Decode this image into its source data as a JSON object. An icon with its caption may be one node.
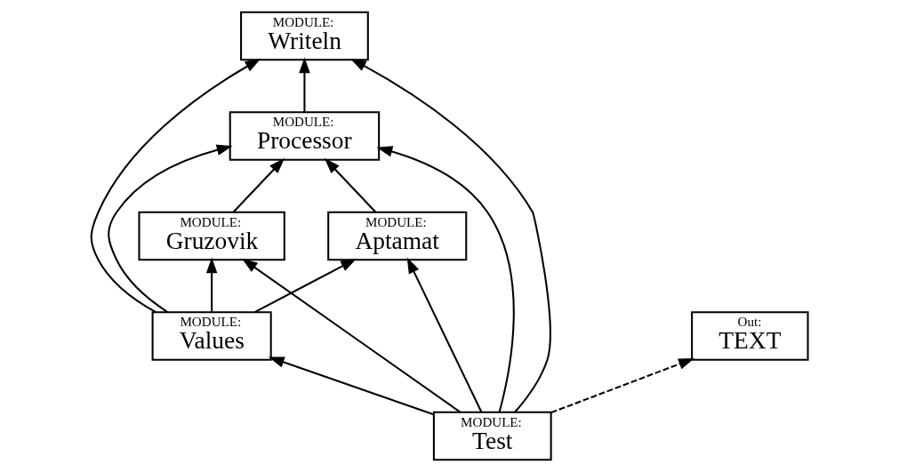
{
  "diagram": {
    "nodes": [
      {
        "text": [
          "MODULE:",
          "Processor"
        ]
      },
      {
        "text": [
          "MODULE:",
          "Gruzovik"
        ]
      },
      {
        "text": [
          "MODULE:",
          "Aptamat"
        ]
      },
      {
        "text": [
          "MODULE:",
          "Values"
        ]
      },
      {
        "text": [
          "MODULE:",
          "Test"
        ]
      },
      {
        "text": [
          "MODULE:",
          "Writeln"
        ]
      },
      {
        "text": [
          "Out:",
          "TEXT"
        ]
      }
    ],
    "edges": [
      {
        "from": 3,
        "to": 0,
        "arrow": "to"
      },
      {
        "from": 2,
        "to": 0,
        "arrow": "to"
      },
      {
        "from": 1,
        "to": 0,
        "arrow": "to"
      },
      {
        "from": 3,
        "to": 1,
        "arrow": "to"
      },
      {
        "from": 3,
        "to": 2,
        "arrow": "to"
      },
      {
        "from": 4,
        "to": 1,
        "arrow": "to"
      },
      {
        "from": 4,
        "to": 2,
        "arrow": "to"
      },
      {
        "from": 4,
        "to": 3,
        "arrow": "to"
      },
      {
        "from": 4,
        "to": 0,
        "arrow": "to"
      },
      {
        "from": 4,
        "to": 5,
        "arrow": "to"
      },
      {
        "from": 0,
        "to": 5,
        "arrow": "to"
      },
      {
        "from": 3,
        "to": 5,
        "arrow": "to"
      },
      {
        "from": 4,
        "to": 6,
        "arrow": "to",
        "style": "dashed"
      }
    ]
  }
}
